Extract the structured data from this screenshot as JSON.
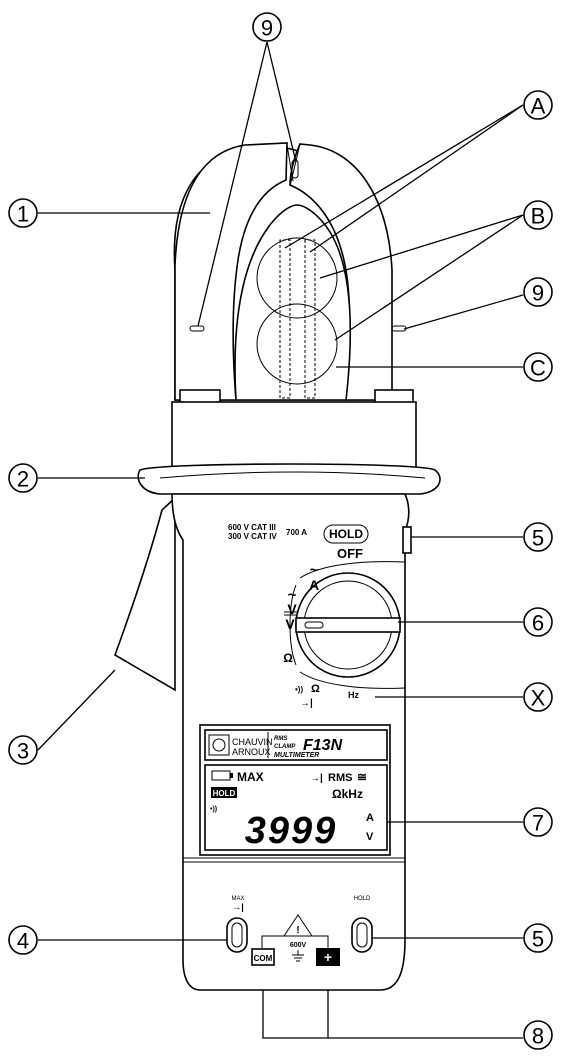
{
  "callouts": {
    "c1": "1",
    "c2": "2",
    "c3": "3",
    "c4": "4",
    "c5a": "5",
    "c5b": "5",
    "c6": "6",
    "c7": "7",
    "c8": "8",
    "c9a": "9",
    "c9b": "9",
    "cA": "A",
    "cB": "B",
    "cC": "C",
    "cX": "X"
  },
  "rating": {
    "line1": "600 V CAT III",
    "line2": "300 V CAT IV",
    "current": "700 A"
  },
  "switch": {
    "hold": "HOLD",
    "off": "OFF",
    "ac_amps": "A",
    "ac_volts": "V",
    "dc_volts": "V",
    "ohm": "Ω",
    "continuity_ohm": "Ω",
    "hz": "Hz"
  },
  "brand": {
    "line1": "CHAUVIN",
    "line2": "ARNOUX",
    "rms": "RMS",
    "clamp": "CLAMP",
    "model": "F13N",
    "multimeter": "MULTIMETER"
  },
  "lcd": {
    "max": "MAX",
    "rms": "RMS",
    "hold": "HOLD",
    "ohm_khz": "ΩkHz",
    "reading": "3999",
    "unit_a": "A",
    "unit_v": "V"
  },
  "buttons": {
    "max_label": "MAX",
    "hold_label": "HOLD"
  },
  "terminals": {
    "com": "COM",
    "plus": "+",
    "voltage": "600V",
    "warning": "!"
  }
}
